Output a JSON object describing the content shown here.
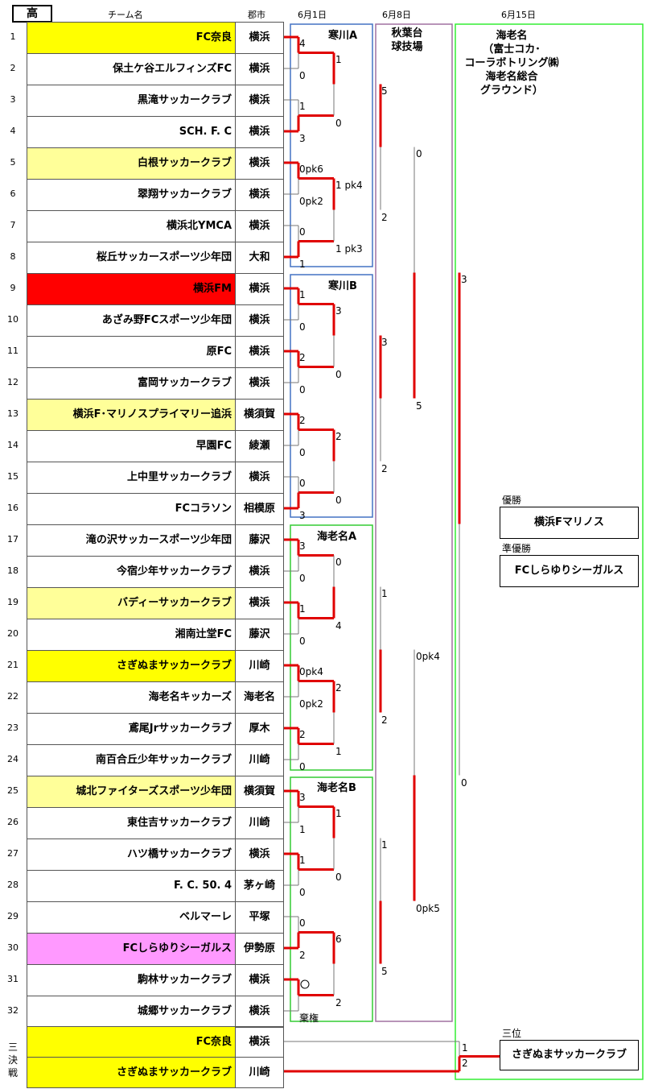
{
  "badge": "高",
  "headers": {
    "team": "チーム名",
    "city": "郡市",
    "d1": "6月1日",
    "d2": "6月8日",
    "d3": "6月15日"
  },
  "teams": [
    {
      "no": "1",
      "name": "FC奈良",
      "city": "横浜",
      "bg": "#ffff00"
    },
    {
      "no": "2",
      "name": "保土ケ谷エルフィンズFC",
      "city": "横浜",
      "bg": "#ffffff"
    },
    {
      "no": "3",
      "name": "黒滝サッカークラブ",
      "city": "横浜",
      "bg": "#ffffff"
    },
    {
      "no": "4",
      "name": "SCH. F. C",
      "city": "横浜",
      "bg": "#ffffff"
    },
    {
      "no": "5",
      "name": "白根サッカークラブ",
      "city": "横浜",
      "bg": "#ffff99"
    },
    {
      "no": "6",
      "name": "翠翔サッカークラブ",
      "city": "横浜",
      "bg": "#ffffff"
    },
    {
      "no": "7",
      "name": "横浜北YMCA",
      "city": "横浜",
      "bg": "#ffffff"
    },
    {
      "no": "8",
      "name": "桜丘サッカースポーツ少年団",
      "city": "大和",
      "bg": "#ffffff"
    },
    {
      "no": "9",
      "name": "横浜FM",
      "city": "横浜",
      "bg": "#ff0000"
    },
    {
      "no": "10",
      "name": "あざみ野FCスポーツ少年団",
      "city": "横浜",
      "bg": "#ffffff"
    },
    {
      "no": "11",
      "name": "原FC",
      "city": "横浜",
      "bg": "#ffffff"
    },
    {
      "no": "12",
      "name": "富岡サッカークラブ",
      "city": "横浜",
      "bg": "#ffffff"
    },
    {
      "no": "13",
      "name": "横浜F･マリノスプライマリー追浜",
      "city": "横須賀",
      "bg": "#ffff99"
    },
    {
      "no": "14",
      "name": "早園FC",
      "city": "綾瀬",
      "bg": "#ffffff"
    },
    {
      "no": "15",
      "name": "上中里サッカークラブ",
      "city": "横浜",
      "bg": "#ffffff"
    },
    {
      "no": "16",
      "name": "FCコラソン",
      "city": "相模原",
      "bg": "#ffffff"
    },
    {
      "no": "17",
      "name": "滝の沢サッカースポーツ少年団",
      "city": "藤沢",
      "bg": "#ffffff"
    },
    {
      "no": "18",
      "name": "今宿少年サッカークラブ",
      "city": "横浜",
      "bg": "#ffffff"
    },
    {
      "no": "19",
      "name": "バディーサッカークラブ",
      "city": "横浜",
      "bg": "#ffff99"
    },
    {
      "no": "20",
      "name": "湘南辻堂FC",
      "city": "藤沢",
      "bg": "#ffffff"
    },
    {
      "no": "21",
      "name": "さぎぬまサッカークラブ",
      "city": "川崎",
      "bg": "#ffff00"
    },
    {
      "no": "22",
      "name": "海老名キッカーズ",
      "city": "海老名",
      "bg": "#ffffff"
    },
    {
      "no": "23",
      "name": "鳶尾Jrサッカークラブ",
      "city": "厚木",
      "bg": "#ffffff"
    },
    {
      "no": "24",
      "name": "南百合丘少年サッカークラブ",
      "city": "川崎",
      "bg": "#ffffff"
    },
    {
      "no": "25",
      "name": "城北ファイターズスポーツ少年団",
      "city": "横須賀",
      "bg": "#ffff99"
    },
    {
      "no": "26",
      "name": "東住吉サッカークラブ",
      "city": "川崎",
      "bg": "#ffffff"
    },
    {
      "no": "27",
      "name": "ハツ橋サッカークラブ",
      "city": "横浜",
      "bg": "#ffffff"
    },
    {
      "no": "28",
      "name": "F. C. 50. 4",
      "city": "茅ヶ崎",
      "bg": "#ffffff"
    },
    {
      "no": "29",
      "name": "ベルマーレ",
      "city": "平塚",
      "bg": "#ffffff"
    },
    {
      "no": "30",
      "name": "FCしらゆりシーガルス",
      "city": "伊勢原",
      "bg": "#ff99ff"
    },
    {
      "no": "31",
      "name": "駒林サッカークラブ",
      "city": "横浜",
      "bg": "#ffffff"
    },
    {
      "no": "32",
      "name": "城郷サッカークラブ",
      "city": "横浜",
      "bg": "#ffffff"
    }
  ],
  "third_place_match": {
    "label": "三決戦",
    "teams": [
      {
        "name": "FC奈良",
        "city": "横浜",
        "bg": "#ffff00",
        "score": "1"
      },
      {
        "name": "さぎぬまサッカークラブ",
        "city": "川崎",
        "bg": "#ffff00",
        "score": "2"
      }
    ]
  },
  "venues": [
    {
      "label": "寒川A",
      "color": "#4472c4"
    },
    {
      "label": "寒川B",
      "color": "#4472c4"
    },
    {
      "label": "海老名A",
      "color": "#33cc33"
    },
    {
      "label": "海老名B",
      "color": "#33cc33"
    },
    {
      "label": "秋葉台\n球技場",
      "color": "#a070a0"
    },
    {
      "label": "海老名\n（富士コカ･\nコーラボトリング㈱\n海老名総合\nグラウンド）",
      "color": "#33ee33"
    }
  ],
  "r1": [
    {
      "top": "4",
      "bot": "0",
      "winner": "top"
    },
    {
      "top": "1",
      "bot": "3",
      "winner": "bot"
    },
    {
      "top": "0pk6",
      "bot": "0pk2",
      "winner": "top"
    },
    {
      "top": "0",
      "bot": "1",
      "winner": "bot"
    },
    {
      "top": "1",
      "bot": "0",
      "winner": "top"
    },
    {
      "top": "2",
      "bot": "0",
      "winner": "top"
    },
    {
      "top": "2",
      "bot": "0",
      "winner": "top"
    },
    {
      "top": "0",
      "bot": "3",
      "winner": "bot"
    },
    {
      "top": "3",
      "bot": "0",
      "winner": "top"
    },
    {
      "top": "1",
      "bot": "0",
      "winner": "top"
    },
    {
      "top": "0pk4",
      "bot": "0pk2",
      "winner": "top"
    },
    {
      "top": "2",
      "bot": "0",
      "winner": "top"
    },
    {
      "top": "3",
      "bot": "1",
      "winner": "top"
    },
    {
      "top": "1",
      "bot": "0",
      "winner": "top"
    },
    {
      "top": "0",
      "bot": "2",
      "winner": "bot"
    },
    {
      "top": "",
      "bot": "棄権",
      "winner": "top",
      "walkover": true
    }
  ],
  "r2": [
    {
      "top": "1",
      "bot": "0",
      "winner": "top"
    },
    {
      "top": "1 pk4",
      "bot": "1 pk3",
      "winner": "top"
    },
    {
      "top": "3",
      "bot": "0",
      "winner": "top"
    },
    {
      "top": "2",
      "bot": "0",
      "winner": "top"
    },
    {
      "top": "0",
      "bot": "4",
      "winner": "bot"
    },
    {
      "top": "2",
      "bot": "1",
      "winner": "top"
    },
    {
      "top": "1",
      "bot": "0",
      "winner": "top"
    },
    {
      "top": "6",
      "bot": "2",
      "winner": "top"
    }
  ],
  "r3": [
    {
      "top": "5",
      "bot": "2",
      "winner": "top"
    },
    {
      "top": "3",
      "bot": "2",
      "winner": "top"
    },
    {
      "top": "1",
      "bot": "2",
      "winner": "bot"
    },
    {
      "top": "1",
      "bot": "5",
      "winner": "bot"
    }
  ],
  "r4": [
    {
      "top": "0",
      "bot": "5",
      "winner": "bot"
    },
    {
      "top": "0pk4",
      "bot": "0pk5",
      "winner": "bot"
    }
  ],
  "r5": [
    {
      "top": "3",
      "bot": "0",
      "winner": "top"
    }
  ],
  "results": {
    "champion_label": "優勝",
    "champion": "横浜Fマリノス",
    "runnerup_label": "準優勝",
    "runnerup": "FCしらゆりシーガルス",
    "third_label": "三位",
    "third": "さぎぬまサッカークラブ"
  },
  "colors": {
    "win_line": "#e00000",
    "lose_line": "#777777"
  }
}
